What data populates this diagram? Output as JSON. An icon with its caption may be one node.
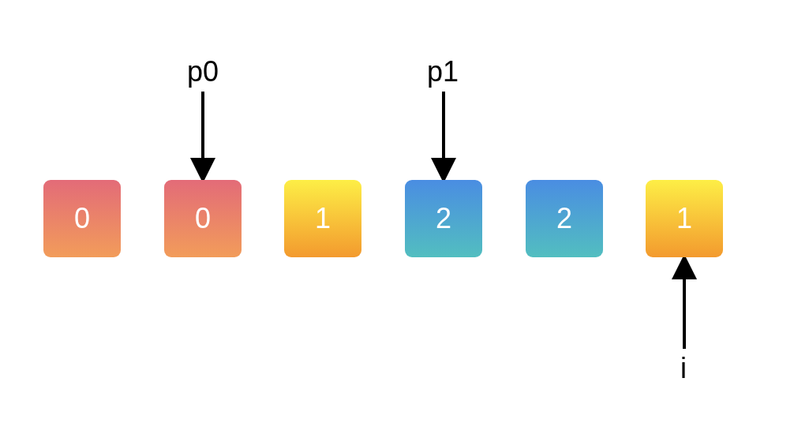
{
  "diagram": {
    "nodes": [
      {
        "text": [
          "p0"
        ]
      },
      {
        "text": [
          "p1"
        ]
      },
      {
        "text": [
          "0"
        ]
      },
      {
        "text": [
          "0"
        ]
      },
      {
        "text": [
          "1"
        ]
      },
      {
        "text": [
          "2"
        ]
      },
      {
        "text": [
          "2"
        ]
      },
      {
        "text": [
          "1"
        ]
      },
      {
        "text": [
          "i"
        ]
      }
    ],
    "edges": [
      {
        "from": 0,
        "to": 3,
        "arrow": "to"
      },
      {
        "from": 1,
        "to": 5,
        "arrow": "to"
      },
      {
        "from": 8,
        "to": 7,
        "arrow": "to"
      }
    ]
  }
}
